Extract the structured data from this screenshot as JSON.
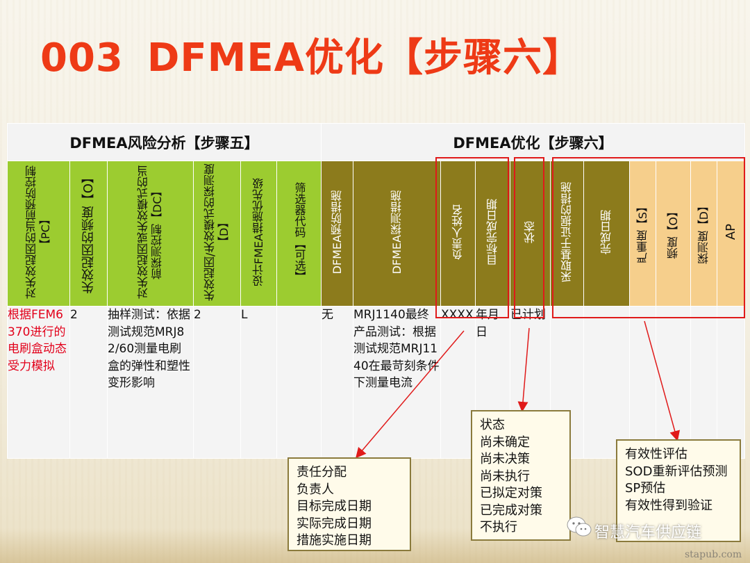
{
  "title": {
    "num": "003",
    "text": "DFMEA优化【步骤六】"
  },
  "table": {
    "section_left": "DFMEA风险分析【步骤五】",
    "section_right": "DFMEA优化【步骤六】",
    "headers": [
      "对失效起因的当前预防控制【PC】",
      "失效起因的频度【O】",
      "对失效起因或失效模式的当前探测控制【DC】",
      "失效起因/失效模式的探测度【D】",
      "设计FMEA措施优先级",
      "筛选器代码【可选】",
      "DFMEA预防措施",
      "DFMEA探测措施",
      "负责人姓名",
      "目标完成日期",
      "状态",
      "采取基于证据的措施",
      "完成日期",
      "严重度【S】",
      "频度【O】",
      "探测度【D】",
      "AP"
    ],
    "row": [
      "根据FEM6370进行的电刷盒动态受力模拟",
      "2",
      "抽样测试：依据测试规范MRJ82/60测量电刷盒的弹性和塑性变形影响",
      "2",
      "L",
      "",
      "无",
      "MRJ1140最终产品测试：根据测试规范MRJ1140在最苛刻条件下测量电流",
      "XXXX",
      "年月日",
      "已计划",
      "",
      "",
      "",
      "",
      "",
      ""
    ]
  },
  "callouts": {
    "responsibility": [
      "责任分配",
      "负责人",
      "目标完成日期",
      "实际完成日期",
      "措施实施日期"
    ],
    "status": [
      "状态",
      "尚未确定",
      "尚未决策",
      "尚未执行",
      "已拟定对策",
      "已完成对策",
      "不执行"
    ],
    "evaluation": [
      "有效性评估",
      "SOD重新评估预测",
      "SP预估",
      "有效性得到验证"
    ]
  },
  "watermark": "智慧汽车供应链",
  "site": "stapub.com",
  "colors": {
    "title": "#ee3a16",
    "green_header": "#9ccc30",
    "olive_header": "#8c7b1c",
    "tan_header": "#f6cf8c",
    "highlight": "#e01a1a",
    "risk_text": "#e2001a"
  }
}
